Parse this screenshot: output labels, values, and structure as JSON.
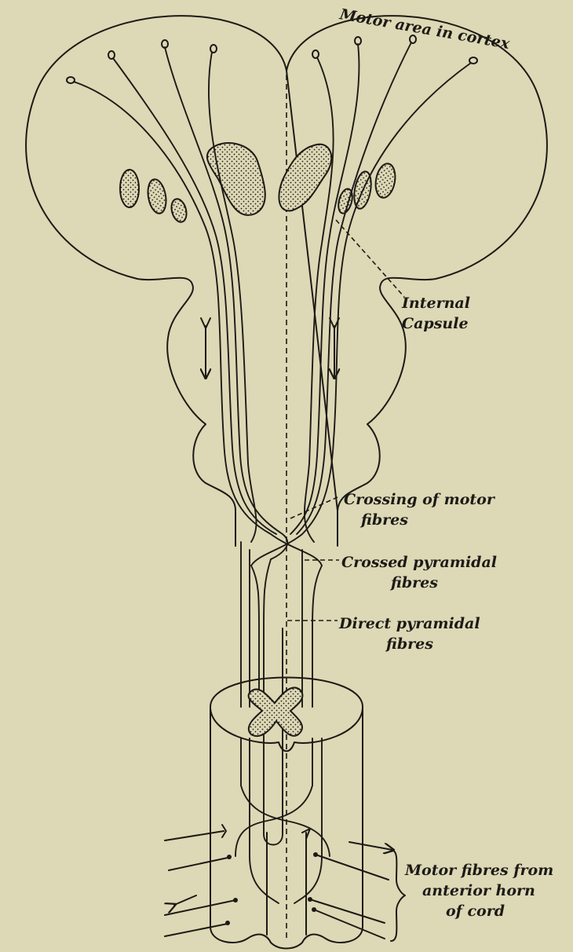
{
  "diagram": {
    "labels": {
      "motor_area": "Motor area in cortex",
      "internal_capsule_1": "Internal",
      "internal_capsule_2": "Capsule",
      "crossing_1": "Crossing of motor",
      "crossing_2": "fibres",
      "crossed_1": "Crossed pyramidal",
      "crossed_2": "fibres",
      "direct_1": "Direct pyramidal",
      "direct_2": "fibres",
      "motor_fibres_1": "Motor fibres from",
      "motor_fibres_2": "anterior horn",
      "motor_fibres_3": "of cord"
    },
    "colors": {
      "paper": "#ddd8b5",
      "ink": "#1c1a16"
    }
  }
}
